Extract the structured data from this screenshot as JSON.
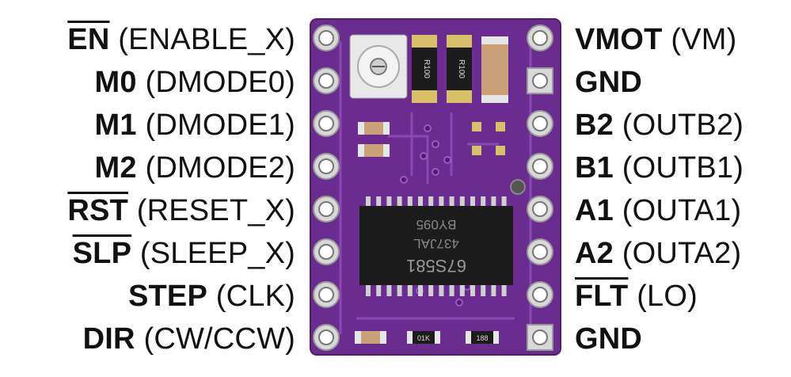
{
  "left_pins": [
    {
      "name": "EN",
      "alt": "(ENABLE_X)",
      "overline": true
    },
    {
      "name": "M0",
      "alt": "(DMODE0)",
      "overline": false
    },
    {
      "name": "M1",
      "alt": "(DMODE1)",
      "overline": false
    },
    {
      "name": "M2",
      "alt": "(DMODE2)",
      "overline": false
    },
    {
      "name": "RST",
      "alt": "(RESET_X)",
      "overline": true
    },
    {
      "name": "SLP",
      "alt": "(SLEEP_X)",
      "overline": true
    },
    {
      "name": "STEP",
      "alt": "(CLK)",
      "overline": false
    },
    {
      "name": "DIR",
      "alt": "(CW/CCW)",
      "overline": false
    }
  ],
  "right_pins": [
    {
      "name": "VMOT",
      "alt": "(VM)",
      "overline": false
    },
    {
      "name": "GND",
      "alt": "",
      "overline": false
    },
    {
      "name": "B2",
      "alt": "(OUTB2)",
      "overline": false
    },
    {
      "name": "B1",
      "alt": "(OUTB1)",
      "overline": false
    },
    {
      "name": "A1",
      "alt": "(OUTA1)",
      "overline": false
    },
    {
      "name": "A2",
      "alt": "(OUTA2)",
      "overline": false
    },
    {
      "name": "FLT",
      "alt": "(LO)",
      "overline": true
    },
    {
      "name": "GND",
      "alt": "",
      "overline": false
    }
  ],
  "board": {
    "chip_lines": [
      "BY095",
      "437JAL",
      "67S581"
    ],
    "resistor_1": "R100",
    "resistor_2": "R100",
    "bottom_resistor_1": "01K",
    "bottom_resistor_2": "188",
    "colors": {
      "pcb": "#6a2c8f",
      "pcb_edge": "#4e1d6c",
      "gold": "#d8c06a",
      "chip": "#1c1c1c"
    }
  }
}
